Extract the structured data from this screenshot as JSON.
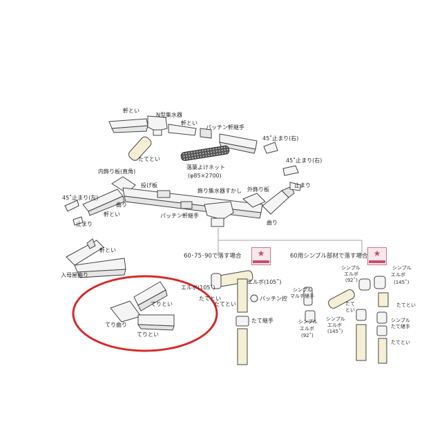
{
  "labels": {
    "nokitoi_top": "軒とい",
    "n_shusuiki": "N型集水器",
    "nokitoi_mid": "軒とい",
    "pacchin_top": "パッチン軒継手",
    "tomari45_r1": "45˚止まり(右)",
    "tatetoi_top": "たてとい",
    "rakuyo_net": "落葉よけネット",
    "rakuyo_size": "(φ85×2700)",
    "tomari45_r2": "45˚止まり(右)",
    "uchikazari": "内飾り板(直角)",
    "nageita": "投げ板",
    "kazari_shusui": "飾り集水器すかし",
    "sotokazari": "外飾り板",
    "tomari_right": "止まり",
    "tomari45_l": "45˚止まり(左)",
    "magari_left": "曲り",
    "nokitoi_left": "軒とい",
    "tomari_left": "止まり",
    "pacchin_mid": "パッチン軒継手",
    "magari_right": "曲り",
    "nokitoi_irimoya": "軒とい",
    "irimoya_magari": "入母屋曲り",
    "teritoi_top": "てりとい",
    "teri_magari": "てり曲り",
    "teritoi_bottom": "てりとい",
    "elbow105_a": "エルボ(105˚)",
    "tatetoi_a1": "たてとい",
    "elbow105_b": "エルボ(105˚)",
    "tatetoi_a2": "たてとい",
    "pacchin_kou": "パッチン控",
    "tate_tsugite": "たて継手",
    "simple_multi_1": "シンプル",
    "simple_multi_2": "マルチ継手",
    "simple_elbow92_a1": "シンプル",
    "simple_elbow92_a2": "エルボ",
    "simple_elbow92_a3": "(92˚)",
    "simple_elbow145_a1": "シンプル",
    "simple_elbow145_a2": "エルボ",
    "simple_elbow145_a3": "(145˚)",
    "tatetoi_b1": "たて",
    "tatetoi_b2": "とい",
    "simple_elbow92_b1": "シンプル",
    "simple_elbow92_b2": "エルボ",
    "simple_elbow92_b3": "(92˚)",
    "simple_elbow145_b1": "シンプル",
    "simple_elbow145_b2": "エルボ",
    "simple_elbow145_b3": "(145˚)",
    "tatetoi_b3": "たてとい",
    "simple_tate_1": "シンプル",
    "simple_tate_2": "たて継手",
    "tatetoi_b4": "たてとい"
  },
  "banners": {
    "left": "60･75･90で落す場合",
    "right": "60用シンプル部材で落す場合"
  },
  "colors": {
    "line": "#444444",
    "gutter_fill": "#f4f4f4",
    "pipe_fill": "#f5efd6",
    "highlight": "#d42a2a",
    "badge": "#c0506e"
  },
  "icons": [
    "star-icon"
  ]
}
